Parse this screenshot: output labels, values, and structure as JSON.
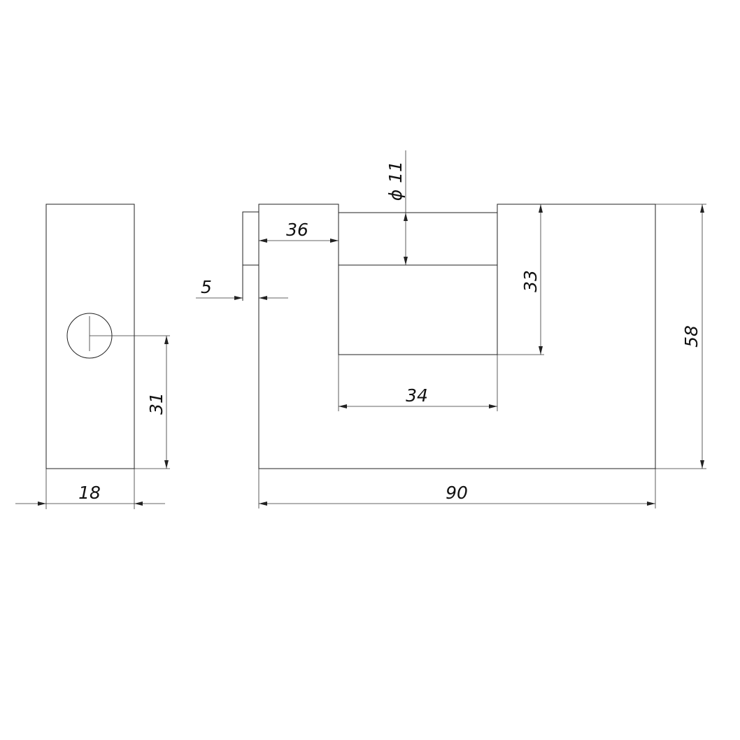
{
  "drawing": {
    "side_view": {
      "width_label": "18",
      "hole_height_label": "31"
    },
    "front_view": {
      "overall_width_label": "90",
      "overall_height_label": "58",
      "left_post_label": "36",
      "offset_label": "5",
      "shackle_diameter_label": "11",
      "shackle_diameter_symbol": "ϕ",
      "slot_height_label": "33",
      "slot_width_label": "34"
    },
    "colors": {
      "line": "#222222",
      "background": "#ffffff"
    }
  }
}
